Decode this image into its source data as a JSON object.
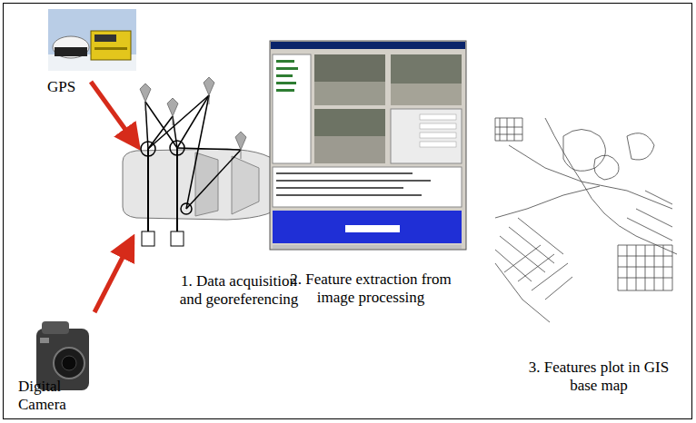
{
  "diagram": {
    "labels": [
      "GPS",
      "Digital Camera",
      "1. Data acquisition and georeferencing",
      "2. Feature extraction from image processing",
      "3. Features plot in GIS base map"
    ]
  }
}
